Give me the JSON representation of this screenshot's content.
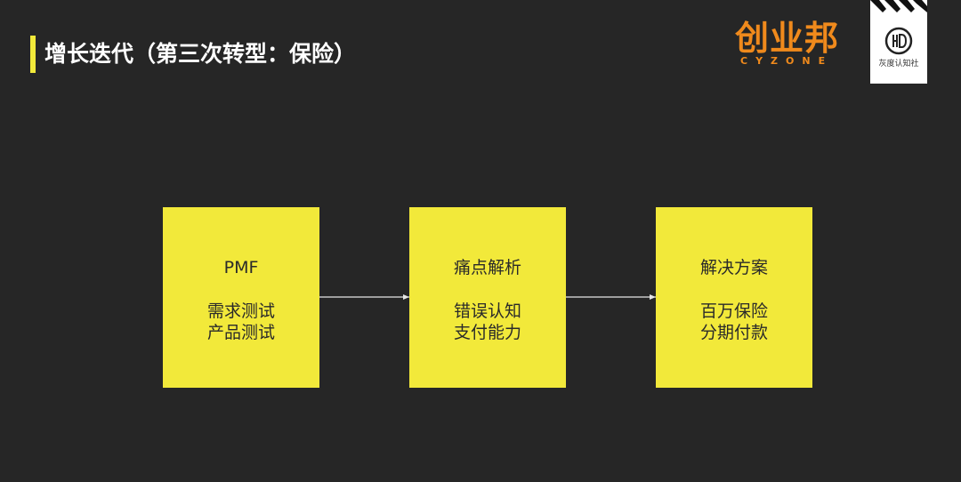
{
  "header": {
    "title": "增长迭代（第三次转型：保险）"
  },
  "brand": {
    "name": "创业邦",
    "sub": "CYZONE",
    "color": "#f08a1c"
  },
  "badge": {
    "text": "灰度认知社"
  },
  "flow": {
    "accent": "#f2e93a",
    "steps": [
      {
        "heading": "PMF",
        "lines": [
          "需求测试",
          "产品测试"
        ]
      },
      {
        "heading": "痛点解析",
        "lines": [
          "错误认知",
          "支付能力"
        ]
      },
      {
        "heading": "解决方案",
        "lines": [
          "百万保险",
          "分期付款"
        ]
      }
    ]
  }
}
